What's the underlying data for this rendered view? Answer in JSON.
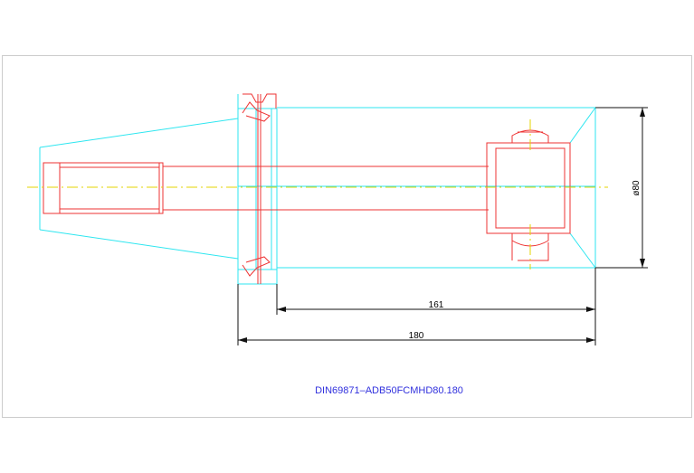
{
  "drawing": {
    "title": "DIN69871–ADB50FCMHD80.180",
    "dimensions": {
      "length_overall": "180",
      "length_body": "161",
      "diameter": "ø80"
    }
  },
  "colors": {
    "frame": "#cccccc",
    "outline_cyan": "#2ee6f0",
    "outline_red": "#ee3333",
    "centerline": "#e6d400",
    "dimension": "#111111",
    "title": "#3030dd"
  }
}
